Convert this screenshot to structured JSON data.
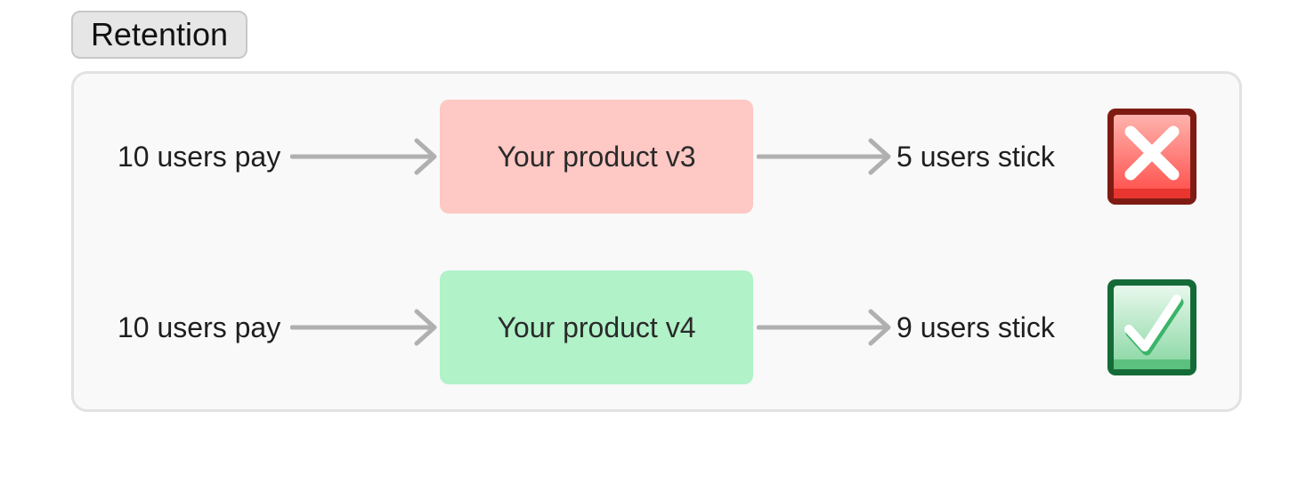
{
  "title": "Retention",
  "rows": [
    {
      "input": "10 users pay",
      "product": "Your product v3",
      "output": "5 users stick",
      "status": "fail",
      "icon": "cross-mark-icon",
      "box_color": "#fec8c4"
    },
    {
      "input": "10 users pay",
      "product": "Your product v4",
      "output": "9 users stick",
      "status": "success",
      "icon": "check-mark-icon",
      "box_color": "#b1f2c9"
    }
  ],
  "colors": {
    "arrow": "#b0b0b0",
    "fail_border": "#7e1c13",
    "fail_fill": "#ff5a55",
    "success_border": "#146b37",
    "success_fill": "#9ddfb2"
  }
}
